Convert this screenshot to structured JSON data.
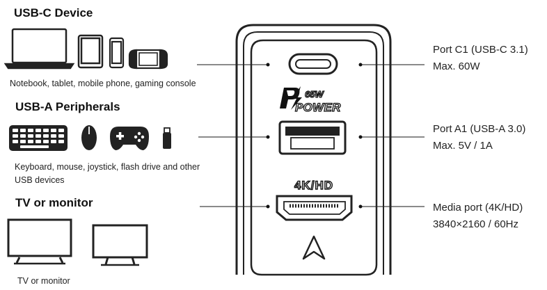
{
  "left": {
    "usbc": {
      "heading": "USB-C Device",
      "caption": "Notebook, tablet, mobile phone, gaming console",
      "icons": [
        "laptop-icon",
        "tablet-icon",
        "phone-icon",
        "game-console-icon"
      ]
    },
    "usba": {
      "heading": "USB-A Peripherals",
      "caption": "Keyboard, mouse, joystick, flash drive and other USB devices",
      "icons": [
        "keyboard-icon",
        "mouse-icon",
        "gamepad-icon",
        "flash-drive-icon"
      ]
    },
    "tv": {
      "heading": "TV or monitor",
      "caption": "TV or monitor",
      "icons": [
        "tv-icon",
        "monitor-icon"
      ]
    }
  },
  "charger": {
    "logo_power": "POWER",
    "logo_watt": "65W",
    "hdmi_label": "4K/HD"
  },
  "right": {
    "c1": {
      "line1": "Port C1 (USB-C 3.1)",
      "line2": "Max. 60W"
    },
    "a1": {
      "line1": "Port A1 (USB-A 3.0)",
      "line2": "Max. 5V / 1A"
    },
    "media": {
      "line1": "Media port (4K/HD)",
      "line2": "3840×2160 / 60Hz"
    }
  }
}
